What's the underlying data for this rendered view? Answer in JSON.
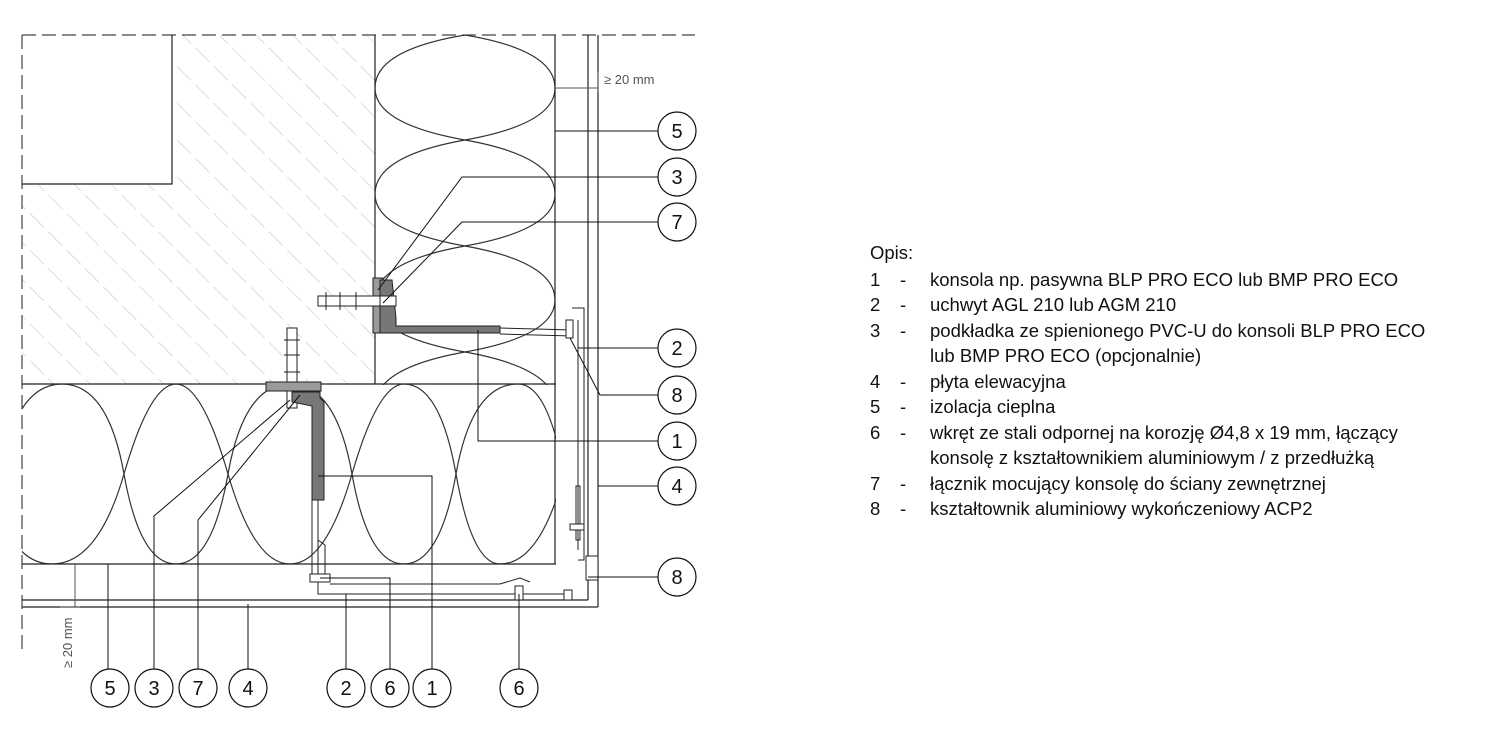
{
  "dimensions": {
    "top_gap": "≥ 20 mm",
    "bottom_gap": "≥ 20 mm"
  },
  "callouts_right": [
    "5",
    "3",
    "7",
    "2",
    "8",
    "1",
    "4",
    "8"
  ],
  "callouts_bottom": [
    "5",
    "3",
    "7",
    "4",
    "2",
    "6",
    "1",
    "6"
  ],
  "legend": {
    "title": "Opis:",
    "items": [
      {
        "num": "1",
        "dash": "-",
        "lines": [
          "konsola np. pasywna BLP PRO ECO lub BMP PRO ECO"
        ]
      },
      {
        "num": "2",
        "dash": "-",
        "lines": [
          "uchwyt AGL 210 lub AGM 210"
        ]
      },
      {
        "num": "3",
        "dash": "-",
        "lines": [
          "podkładka ze spienionego PVC-U do konsoli BLP PRO ECO",
          "lub BMP PRO ECO (opcjonalnie)"
        ]
      },
      {
        "num": "4",
        "dash": "-",
        "lines": [
          "płyta elewacyjna"
        ]
      },
      {
        "num": "5",
        "dash": "-",
        "lines": [
          "izolacja cieplna"
        ]
      },
      {
        "num": "6",
        "dash": "-",
        "lines": [
          "wkręt ze stali odpornej na korozję Ø4,8 x 19 mm, łączący",
          "konsolę z kształtownikiem aluminiowym / z przedłużką"
        ]
      },
      {
        "num": "7",
        "dash": "-",
        "lines": [
          "łącznik mocujący konsolę do ściany zewnętrznej"
        ]
      },
      {
        "num": "8",
        "dash": "-",
        "lines": [
          "kształtownik aluminiowy wykończeniowy ACP2"
        ]
      }
    ]
  }
}
